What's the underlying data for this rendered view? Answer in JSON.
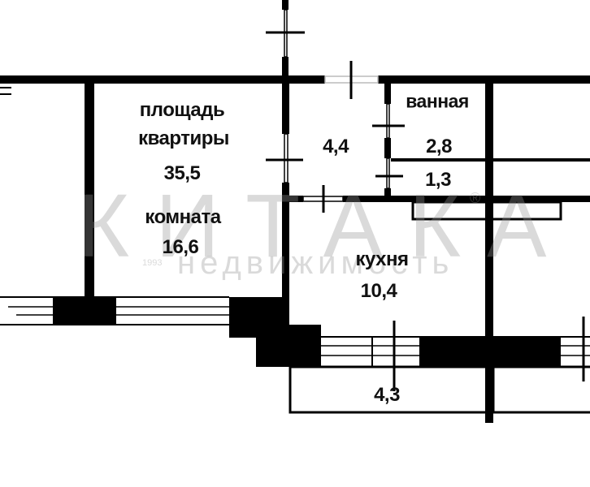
{
  "plan": {
    "total_area_label": "площадь",
    "total_area_label2": "квартиры",
    "total_area_value": "35,5",
    "rooms": [
      {
        "id": "room",
        "name": "комната",
        "area": "16,6"
      },
      {
        "id": "hallway",
        "name": "",
        "area": "4,4"
      },
      {
        "id": "bathroom",
        "name": "ванная",
        "area": "2,8"
      },
      {
        "id": "toilet",
        "name": "",
        "area": "1,3"
      },
      {
        "id": "kitchen",
        "name": "кухня",
        "area": "10,4"
      },
      {
        "id": "balcony",
        "name": "",
        "area": "4,3"
      }
    ]
  },
  "watermark": {
    "brand": "КИТАКА",
    "subtitle": "недвижимость",
    "year": "1993",
    "registered": "®"
  },
  "colors": {
    "wall": "#000000",
    "watermark": "#969696"
  }
}
